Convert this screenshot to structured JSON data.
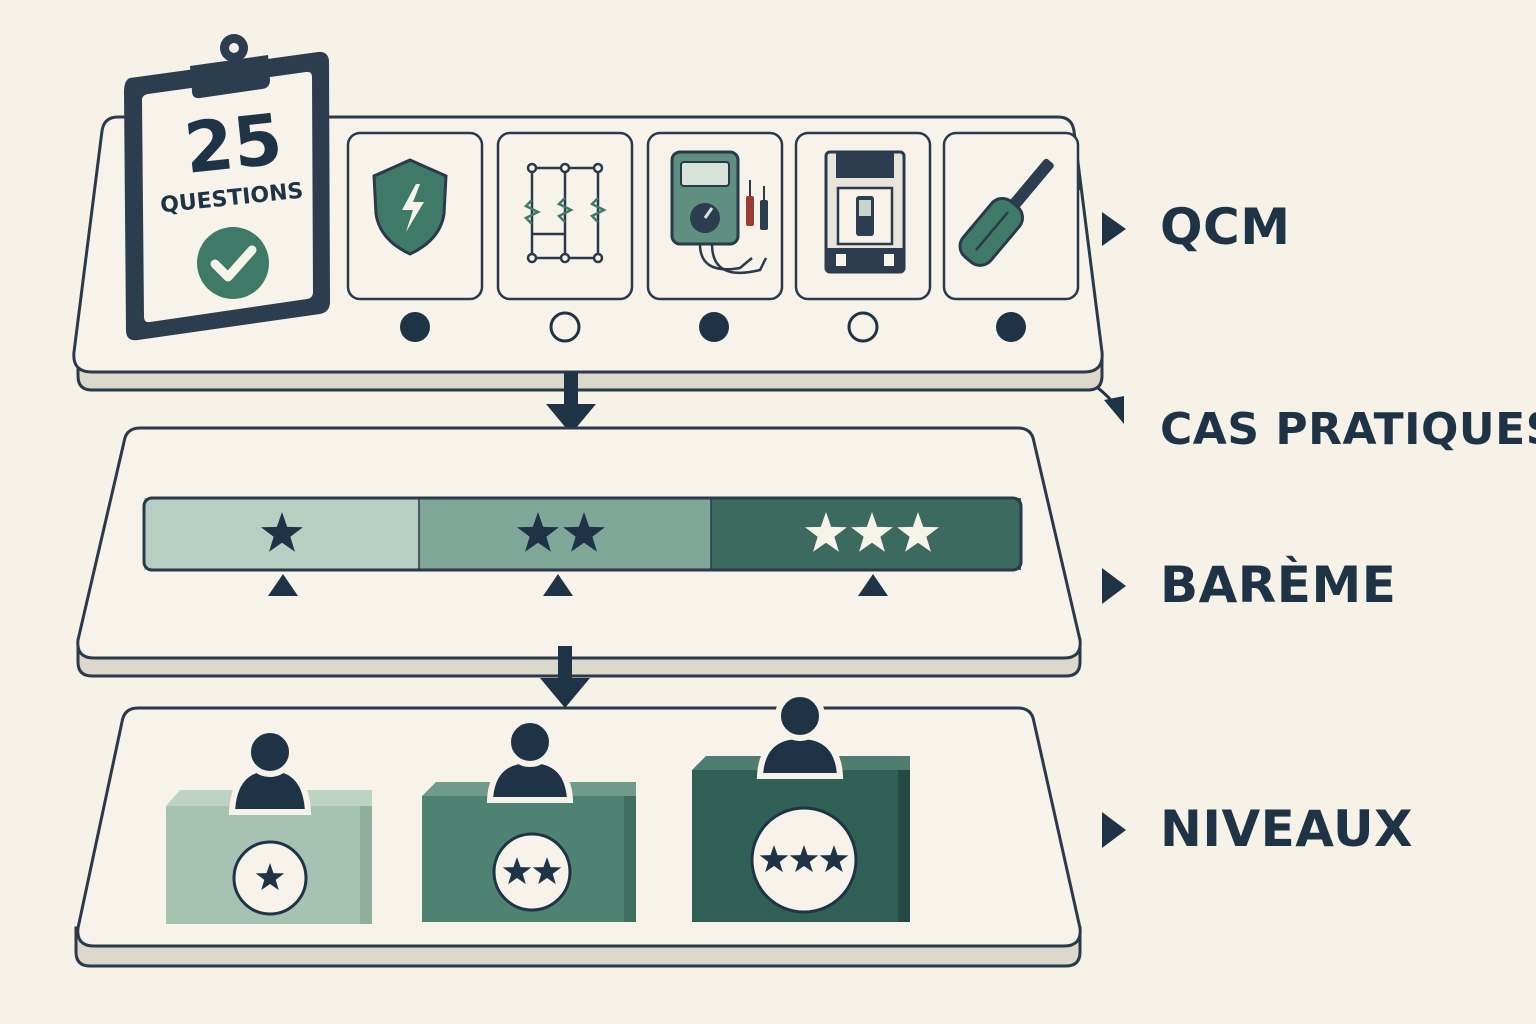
{
  "clipboard": {
    "number": "25",
    "caption": "QUESTIONS"
  },
  "topics": [
    {
      "icon": "shield-lightning-icon",
      "dot": "filled"
    },
    {
      "icon": "circuit-diagram-icon",
      "dot": "empty"
    },
    {
      "icon": "multimeter-icon",
      "dot": "filled"
    },
    {
      "icon": "circuit-breaker-icon",
      "dot": "empty"
    },
    {
      "icon": "screwdriver-icon",
      "dot": "filled"
    }
  ],
  "labels": {
    "qcm": "QCM",
    "cas_pratiques": "CAS PRATIQUES",
    "bareme": "BARÈME",
    "niveaux": "NIVEAUX"
  },
  "scale": [
    {
      "stars": 1,
      "color": "#b7cfc2"
    },
    {
      "stars": 2,
      "color": "#7fa697"
    },
    {
      "stars": 3,
      "color": "#3c6a5f"
    }
  ],
  "levels": [
    {
      "stars": 1,
      "color": "#a6c2b3"
    },
    {
      "stars": 2,
      "color": "#4e8273"
    },
    {
      "stars": 3,
      "color": "#2f5f55"
    }
  ],
  "colors": {
    "ink": "#1f3347",
    "background": "#f6f2e7",
    "panel": "#f7f3ea",
    "accent_green": "#3f7a68"
  }
}
